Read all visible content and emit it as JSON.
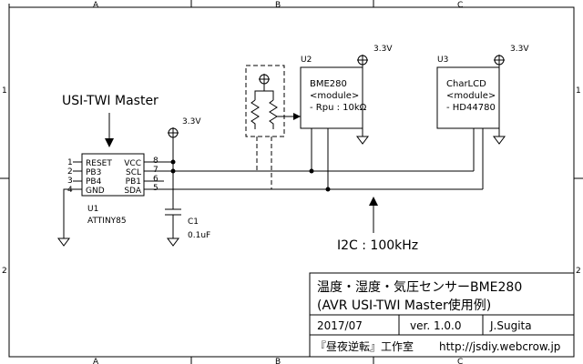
{
  "frame": {
    "columns": [
      "A",
      "B",
      "C"
    ],
    "rows": [
      "1",
      "2"
    ]
  },
  "callouts": {
    "usi_twi": "USI-TWI Master",
    "i2c": "I2C : 100kHz"
  },
  "power_label": "3.3V",
  "u1": {
    "ref": "U1",
    "part": "ATTINY85",
    "left_pin_numbers": [
      "1",
      "2",
      "3",
      "4"
    ],
    "left_pin_names": [
      "RESET",
      "PB3",
      "PB4",
      "GND"
    ],
    "right_pin_numbers": [
      "8",
      "7",
      "6",
      "5"
    ],
    "right_pin_names": [
      "VCC",
      "SCL",
      "PB1",
      "SDA"
    ]
  },
  "c1": {
    "ref": "C1",
    "value": "0.1uF"
  },
  "u2": {
    "ref": "U2",
    "lines": [
      "BME280",
      "<module>",
      "- Rpu : 10kΩ"
    ]
  },
  "u3": {
    "ref": "U3",
    "lines": [
      "CharLCD",
      "<module>",
      "- HD44780"
    ]
  },
  "title_block": {
    "title_line1": "温度・湿度・気圧センサーBME280",
    "title_line2": "(AVR USI-TWI Master使用例)",
    "date": "2017/07",
    "version": "ver. 1.0.0",
    "author": "J.Sugita",
    "org": "『昼夜逆転』工作室",
    "url": "http://jsdiy.webcrow.jp"
  }
}
